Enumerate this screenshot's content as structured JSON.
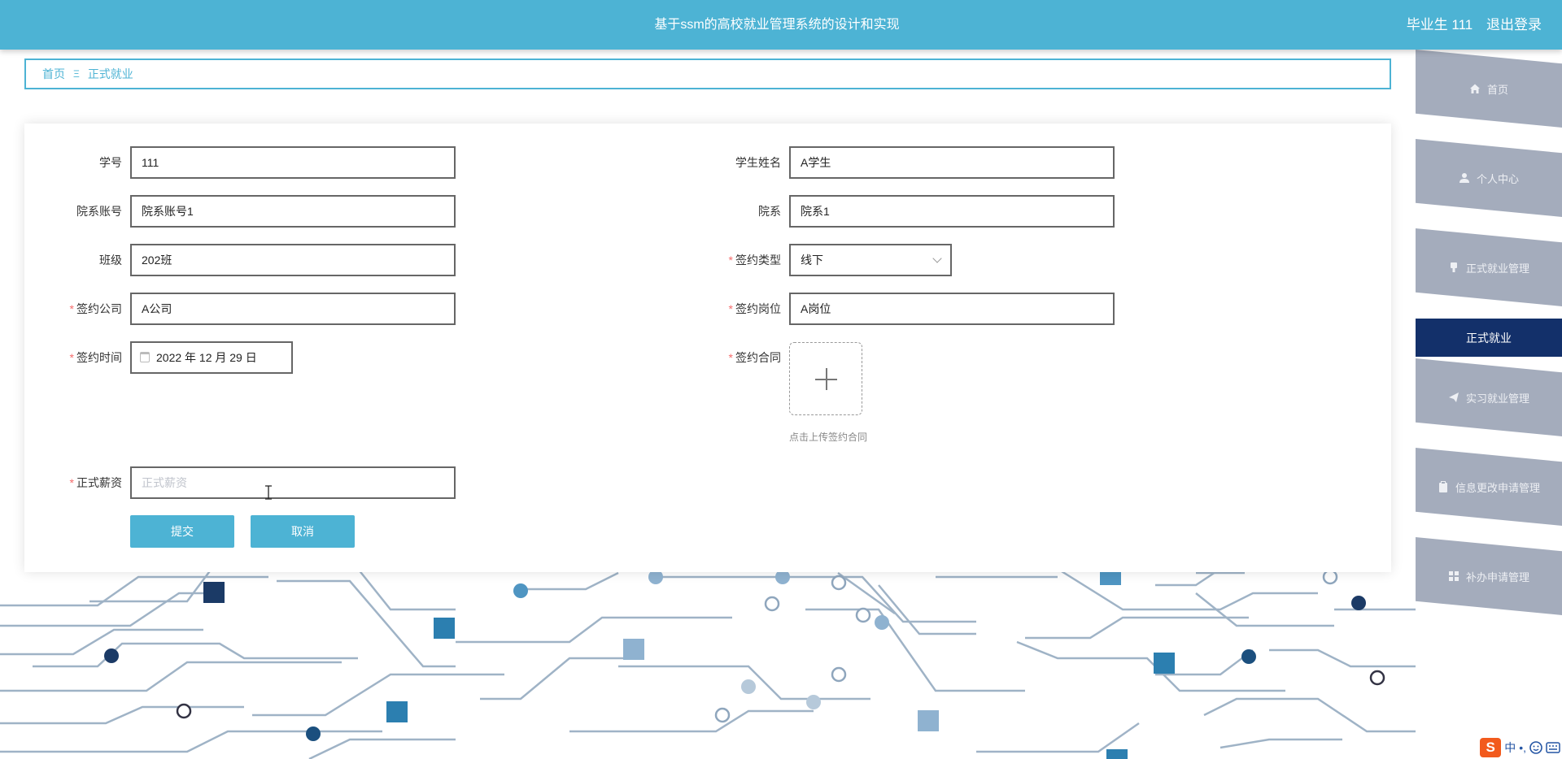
{
  "header": {
    "title": "基于ssm的高校就业管理系统的设计和实现",
    "user": "毕业生 111",
    "logout": "退出登录"
  },
  "breadcrumb": {
    "home": "首页",
    "separator": "Ξ",
    "current": "正式就业"
  },
  "form": {
    "student_no": {
      "label": "学号",
      "value": "111"
    },
    "student_name": {
      "label": "学生姓名",
      "value": "A学生"
    },
    "dept_account": {
      "label": "院系账号",
      "value": "院系账号1"
    },
    "dept": {
      "label": "院系",
      "value": "院系1"
    },
    "class_name": {
      "label": "班级",
      "value": "202班"
    },
    "sign_type": {
      "label": "签约类型",
      "value": "线下",
      "required": true
    },
    "sign_company": {
      "label": "签约公司",
      "value": "A公司",
      "required": true
    },
    "sign_position": {
      "label": "签约岗位",
      "value": "A岗位",
      "required": true
    },
    "sign_date": {
      "label": "签约时间",
      "value": "2022 年 12 月 29 日",
      "required": true
    },
    "contract": {
      "label": "签约合同",
      "hint": "点击上传签约合同",
      "required": true
    },
    "salary": {
      "label": "正式薪资",
      "value": "",
      "placeholder": "正式薪资",
      "required": true
    },
    "required_mark": "*",
    "submit_label": "提交",
    "cancel_label": "取消"
  },
  "sidebar": {
    "items": [
      {
        "label": "首页",
        "icon": "home-icon"
      },
      {
        "label": "个人中心",
        "icon": "user-icon"
      },
      {
        "label": "正式就业管理",
        "icon": "thumb-icon"
      },
      {
        "label": "实习就业管理",
        "icon": "send-icon"
      },
      {
        "label": "信息更改申请管理",
        "icon": "clipboard-icon"
      },
      {
        "label": "补办申请管理",
        "icon": "grid-icon"
      }
    ],
    "active_sub": "正式就业"
  },
  "ime": {
    "logo": "S",
    "mode": "中",
    "punct": "•,"
  },
  "colors": {
    "primary": "#4db3d4",
    "sidebar_item": "#a4acbc",
    "sidebar_active": "#13306a",
    "required": "#f56c6c"
  }
}
